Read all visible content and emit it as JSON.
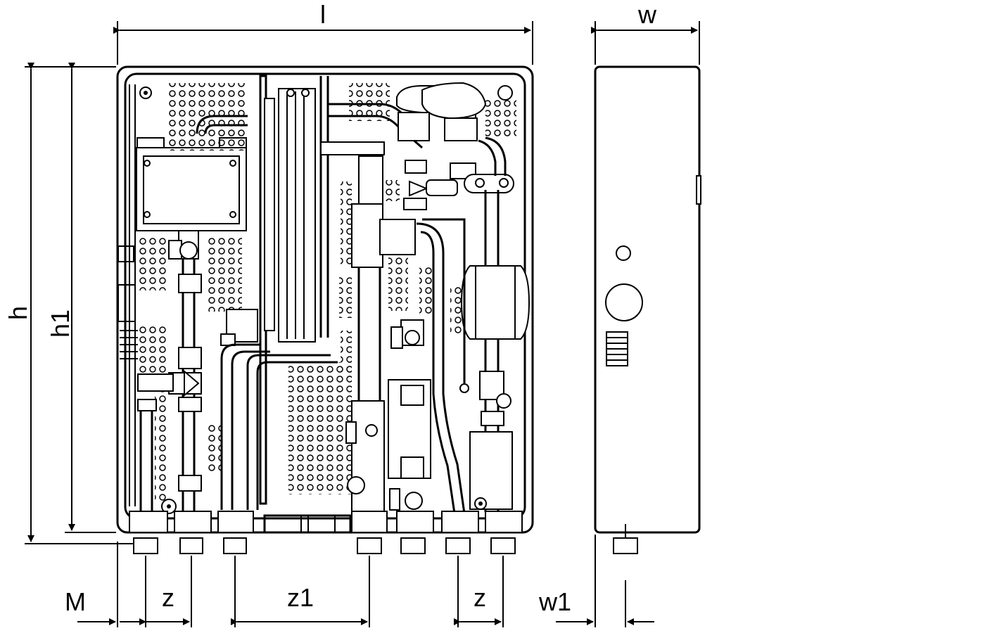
{
  "labels": {
    "l": "l",
    "w": "w",
    "h": "h",
    "h1": "h1",
    "M": "M",
    "z_left": "z",
    "z1": "z1",
    "z_right": "z",
    "w1": "w1"
  },
  "colors": {
    "line": "#000000",
    "background": "#ffffff"
  }
}
